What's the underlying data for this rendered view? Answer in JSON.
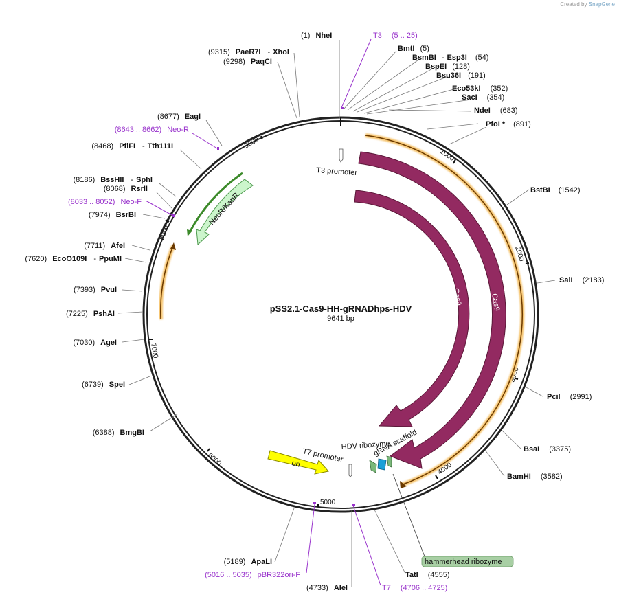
{
  "credit": {
    "created_by": "Created by",
    "brand": "SnapGene"
  },
  "plasmid": {
    "name": "pSS2.1-Cas9-HH-gRNADhps-HDV",
    "length_label": "9641 bp",
    "length": 9641
  },
  "ticks": [
    "1000",
    "2000",
    "3000",
    "4000",
    "5000",
    "6000",
    "7000",
    "8000",
    "9000"
  ],
  "features": {
    "cas9_outer": "Cas9",
    "cas9_inner": "Cas9",
    "neo": "NeoR/KanR",
    "ori": "ori",
    "t3_promoter": "T3 promoter",
    "t7_promoter": "T7 promoter",
    "hdv": "HDV ribozyme",
    "grna": "gRNA scaffold",
    "hammerhead": "hammerhead ribozyme"
  },
  "sites": [
    {
      "pos": "(1)",
      "name": "NheI"
    },
    {
      "pos": "(5)",
      "name": "BmtI"
    },
    {
      "name": "BsmBI",
      "dash": "-",
      "name2": "Esp3I",
      "pos": "(54)"
    },
    {
      "name": "BspEI",
      "pos": "(128)"
    },
    {
      "name": "Bsu36I",
      "pos": "(191)"
    },
    {
      "name": "Eco53kI",
      "pos": "(352)"
    },
    {
      "name": "SacI",
      "pos": "(354)"
    },
    {
      "name": "NdeI",
      "pos": "(683)"
    },
    {
      "name": "PfoI *",
      "pos": "(891)"
    },
    {
      "name": "BstBI",
      "pos": "(1542)"
    },
    {
      "name": "SalI",
      "pos": "(2183)"
    },
    {
      "name": "PciI",
      "pos": "(2991)"
    },
    {
      "name": "BsaI",
      "pos": "(3375)"
    },
    {
      "name": "BamHI",
      "pos": "(3582)"
    },
    {
      "name": "TatI",
      "pos": "(4555)"
    },
    {
      "name": "AleI",
      "pos": "(4733)"
    },
    {
      "name": "ApaLI",
      "pos": "(5189)"
    },
    {
      "name": "BmgBI",
      "pos": "(6388)"
    },
    {
      "name": "SpeI",
      "pos": "(6739)"
    },
    {
      "name": "AgeI",
      "pos": "(7030)"
    },
    {
      "name": "PshAI",
      "pos": "(7225)"
    },
    {
      "name": "PvuI",
      "pos": "(7393)"
    },
    {
      "name": "EcoO109I",
      "dash": "-",
      "name2": "PpuMI",
      "pos": "(7620)"
    },
    {
      "name": "AfeI",
      "pos": "(7711)"
    },
    {
      "name": "BsrBI",
      "pos": "(7974)"
    },
    {
      "name": "RsrII",
      "pos": "(8068)"
    },
    {
      "name": "BssHII",
      "dash": "-",
      "name2": "SphI",
      "pos": "(8186)"
    },
    {
      "name": "PflFI",
      "dash": "-",
      "name2": "Tth111I",
      "pos": "(8468)"
    },
    {
      "name": "EagI",
      "pos": "(8677)"
    },
    {
      "name": "PaqCI",
      "pos": "(9298)"
    },
    {
      "name": "PaeR7I",
      "dash": "-",
      "name2": "XhoI",
      "pos": "(9315)"
    }
  ],
  "primers": [
    {
      "name": "T3",
      "range": "(5 .. 25)"
    },
    {
      "name": "Neo-R",
      "range": "(8643 .. 8662)"
    },
    {
      "name": "Neo-F",
      "range": "(8033 .. 8052)"
    },
    {
      "name": "pBR322ori-F",
      "range": "(5016 .. 5035)"
    },
    {
      "name": "T7",
      "range": "(4706 .. 4725)"
    }
  ],
  "colors": {
    "cas9": "#932a61",
    "neo": "#ccf5cc",
    "ori": "#ffff00",
    "primer": "#9933cc",
    "orange_band": "#f5c26b",
    "hdv": "#7ab87a",
    "grna": "#1aa0d8",
    "hammerhead_bg": "#a8cfa4"
  }
}
